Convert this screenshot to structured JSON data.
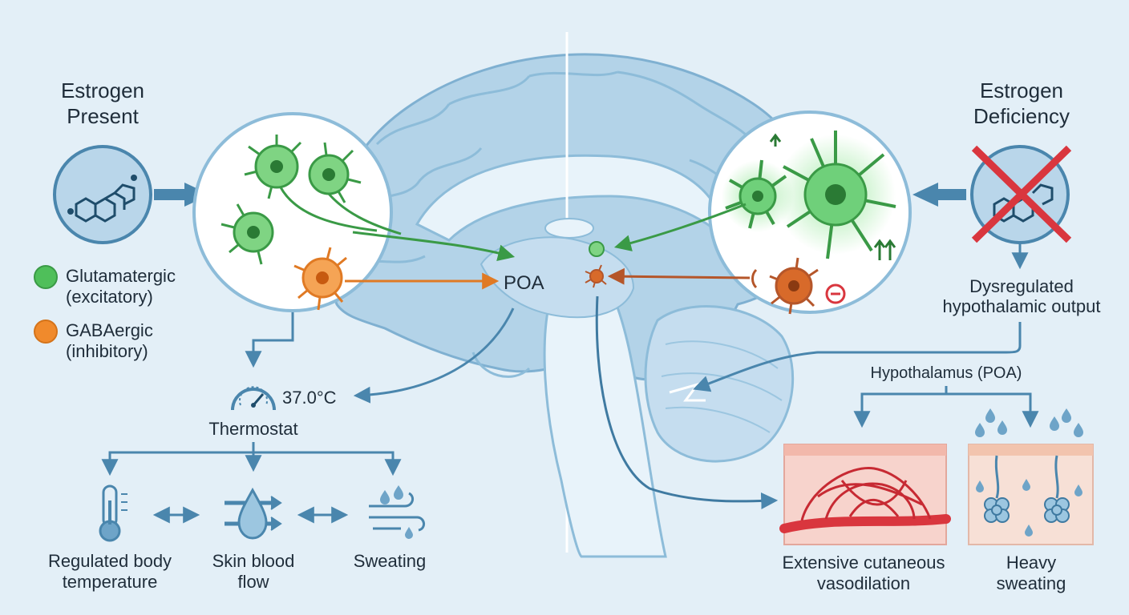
{
  "left_panel": {
    "title_line1": "Estrogen",
    "title_line2": "Present",
    "legend": [
      {
        "line1": "Glutamatergic",
        "line2": "(excitatory)",
        "color": "#4fbf5a"
      },
      {
        "line1": "GABAergic",
        "line2": "(inhibitory)",
        "color": "#f08a2c"
      }
    ],
    "thermostat_value": "37.0°C",
    "thermostat_label": "Thermostat",
    "outputs": [
      {
        "line1": "Regulated body",
        "line2": "temperature",
        "icon": "thermometer-icon"
      },
      {
        "line1": "Skin blood",
        "line2": "flow",
        "icon": "water-drop-flow-icon"
      },
      {
        "line1": "Sweating",
        "line2": "",
        "icon": "sweat-wind-icon"
      }
    ]
  },
  "center": {
    "poa_label": "POA"
  },
  "right_panel": {
    "title_line1": "Estrogen",
    "title_line2": "Deficiency",
    "dysregulated_line1": "Dysregulated",
    "dysregulated_line2": "hypothalamic output",
    "hypothalamus_label": "Hypothalamus (POA)",
    "outputs": [
      {
        "line1": "Extensive cutaneous",
        "line2": "vasodilation",
        "icon": "vasodilation-skin-icon"
      },
      {
        "line1": "Heavy",
        "line2": "sweating",
        "icon": "sweat-gland-skin-icon"
      }
    ]
  },
  "colors": {
    "background": "#e3eff7",
    "brain": "#a9cce4",
    "arrow_blue": "#4a86ad",
    "glutamatergic": "#4fbf5a",
    "gabaergic": "#f08a2c",
    "cross_red": "#d9363e"
  }
}
